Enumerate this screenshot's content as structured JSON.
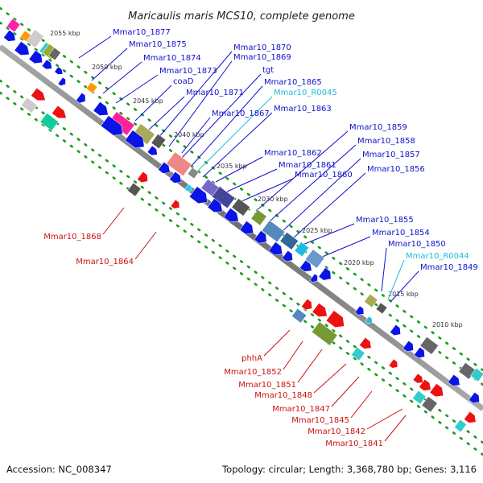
{
  "title": "Maricaulis maris MCS10, complete genome",
  "footer": {
    "accession": "Accession: NC_008347",
    "topology": "Topology: circular; Length: 3,368,780 bp; Genes: 3,116"
  },
  "colors": {
    "forward_label": "#1010cc",
    "reverse_label": "#cc1111",
    "rna_label": "#22bbdd",
    "backbone": "#777777",
    "forward_gene": "#0a14e6",
    "reverse_gene": "#ee1111"
  },
  "scale_ticks": [
    "2055 kbp",
    "2050 kbp",
    "2045 kbp",
    "2040 kbp",
    "2035 kbp",
    "2030 kbp",
    "2025 kbp",
    "2020 kbp",
    "2015 kbp",
    "2010 kbp"
  ],
  "upper_labels": [
    {
      "text": "Mmar10_1877",
      "kind": "forward"
    },
    {
      "text": "Mmar10_1875",
      "kind": "forward"
    },
    {
      "text": "Mmar10_1874",
      "kind": "forward"
    },
    {
      "text": "Mmar10_1873",
      "kind": "forward"
    },
    {
      "text": "coaD",
      "kind": "forward"
    },
    {
      "text": "Mmar10_1871",
      "kind": "forward"
    },
    {
      "text": "Mmar10_1870",
      "kind": "forward"
    },
    {
      "text": "Mmar10_1869",
      "kind": "forward"
    },
    {
      "text": "tgt",
      "kind": "forward"
    },
    {
      "text": "Mmar10_1865",
      "kind": "forward"
    },
    {
      "text": "Mmar10_1867",
      "kind": "forward"
    },
    {
      "text": "Mmar10_R0045",
      "kind": "rna"
    },
    {
      "text": "Mmar10_1863",
      "kind": "forward"
    },
    {
      "text": "Mmar10_1859",
      "kind": "forward"
    },
    {
      "text": "Mmar10_1862",
      "kind": "forward"
    },
    {
      "text": "Mmar10_1858",
      "kind": "forward"
    },
    {
      "text": "Mmar10_1861",
      "kind": "forward"
    },
    {
      "text": "Mmar10_1857",
      "kind": "forward"
    },
    {
      "text": "Mmar10_1860",
      "kind": "forward"
    },
    {
      "text": "Mmar10_1856",
      "kind": "forward"
    },
    {
      "text": "Mmar10_1855",
      "kind": "forward"
    },
    {
      "text": "Mmar10_1854",
      "kind": "forward"
    },
    {
      "text": "Mmar10_1850",
      "kind": "forward"
    },
    {
      "text": "Mmar10_R0044",
      "kind": "rna"
    },
    {
      "text": "Mmar10_1849",
      "kind": "forward"
    }
  ],
  "lower_labels": [
    {
      "text": "Mmar10_1868",
      "kind": "reverse"
    },
    {
      "text": "Mmar10_1864",
      "kind": "reverse"
    },
    {
      "text": "phhA",
      "kind": "reverse"
    },
    {
      "text": "Mmar10_1852",
      "kind": "reverse"
    },
    {
      "text": "Mmar10_1851",
      "kind": "reverse"
    },
    {
      "text": "Mmar10_1848",
      "kind": "reverse"
    },
    {
      "text": "Mmar10_1847",
      "kind": "reverse"
    },
    {
      "text": "Mmar10_1845",
      "kind": "reverse"
    },
    {
      "text": "Mmar10_1842",
      "kind": "reverse"
    },
    {
      "text": "Mmar10_1841",
      "kind": "reverse"
    }
  ]
}
